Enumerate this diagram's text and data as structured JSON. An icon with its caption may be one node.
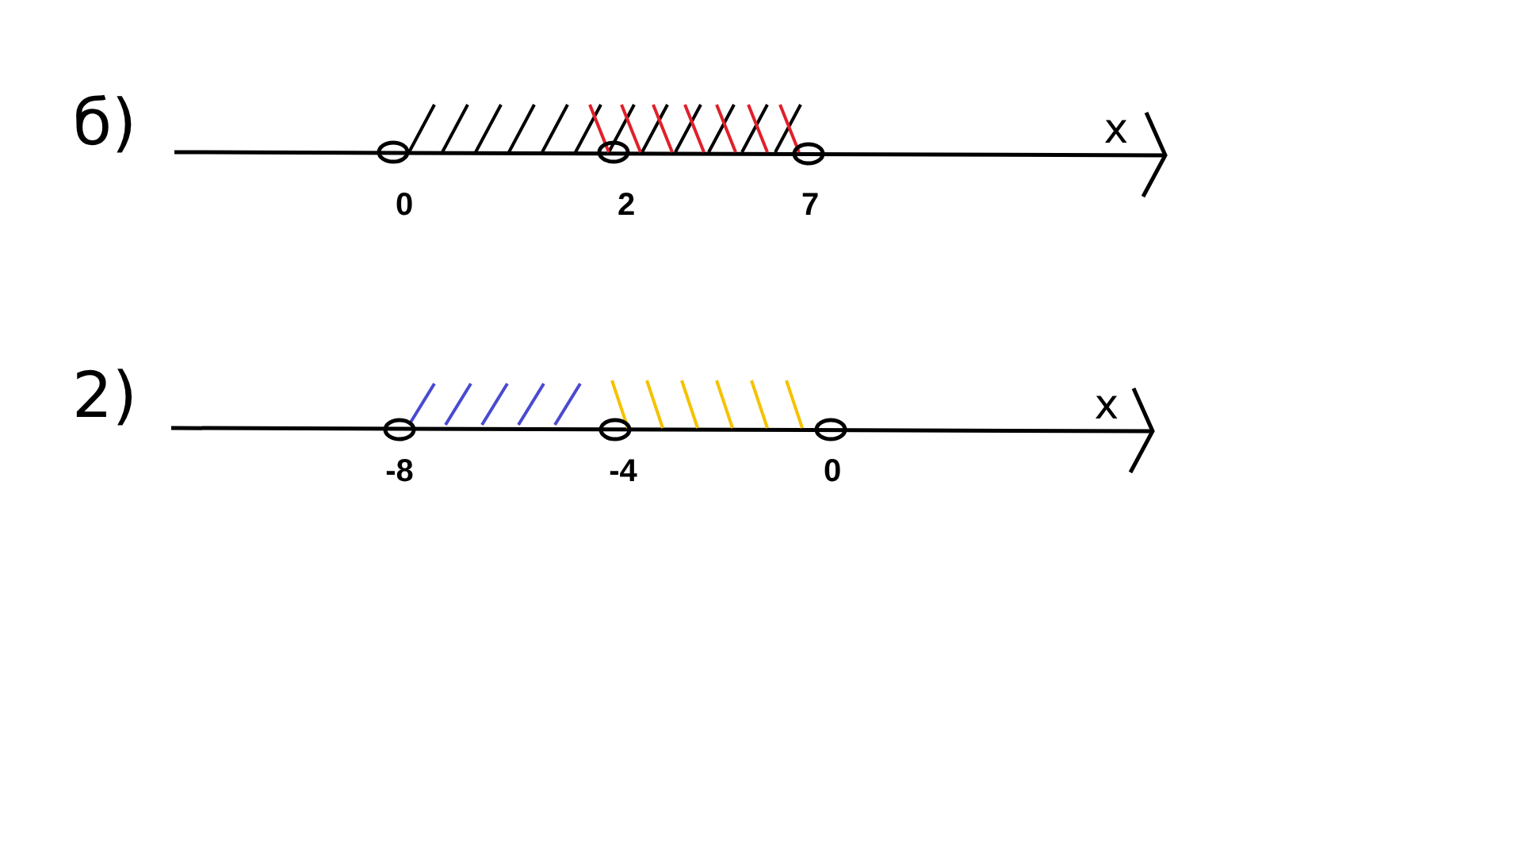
{
  "diagram": {
    "labels": [
      "б)",
      "x",
      "0",
      "2",
      "7",
      "2)",
      "x",
      "-8",
      "-4",
      "0"
    ]
  }
}
